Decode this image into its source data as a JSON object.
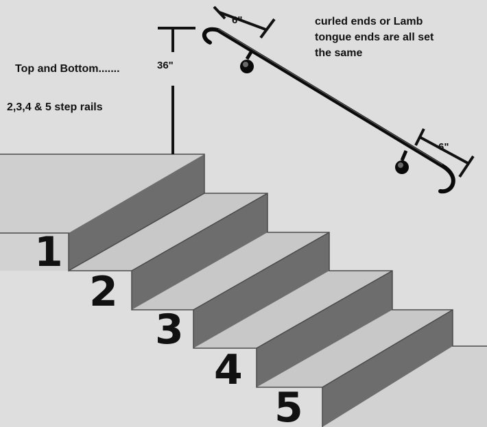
{
  "notes": {
    "top_and_bottom": "Top and Bottom.......",
    "step_rails": "2,3,4 & 5 step rails",
    "ends_line1": "curled ends or Lamb",
    "ends_line2": "tongue ends are all set",
    "ends_line3": "the same"
  },
  "dimensions": {
    "height": "36\"",
    "top_extension": "6\"",
    "bottom_extension": "6\""
  },
  "steps": [
    "1",
    "2",
    "3",
    "4",
    "5"
  ],
  "colors": {
    "wall": "#dedede",
    "tread": "#c8c8c8",
    "riser": "#6d6d6d",
    "rail": "#0a0a0a",
    "ink": "#111111"
  }
}
